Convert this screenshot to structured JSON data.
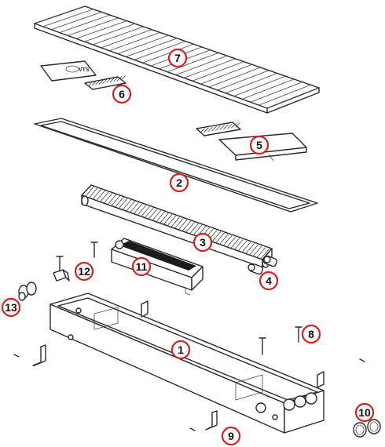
{
  "parts": [
    {
      "id": "1",
      "label": "1"
    },
    {
      "id": "2",
      "label": "2"
    },
    {
      "id": "3",
      "label": "3"
    },
    {
      "id": "4",
      "label": "4"
    },
    {
      "id": "5",
      "label": "5"
    },
    {
      "id": "6",
      "label": "6"
    },
    {
      "id": "7",
      "label": "7"
    },
    {
      "id": "8",
      "label": "8"
    },
    {
      "id": "9",
      "label": "9"
    },
    {
      "id": "10",
      "label": "10"
    },
    {
      "id": "11",
      "label": "11"
    },
    {
      "id": "12",
      "label": "12"
    },
    {
      "id": "13",
      "label": "13"
    }
  ],
  "logo": {
    "text": "VTS"
  },
  "colors": {
    "callout_ring": "#d42020",
    "line": "#2a2a2a",
    "background": "#ffffff"
  }
}
